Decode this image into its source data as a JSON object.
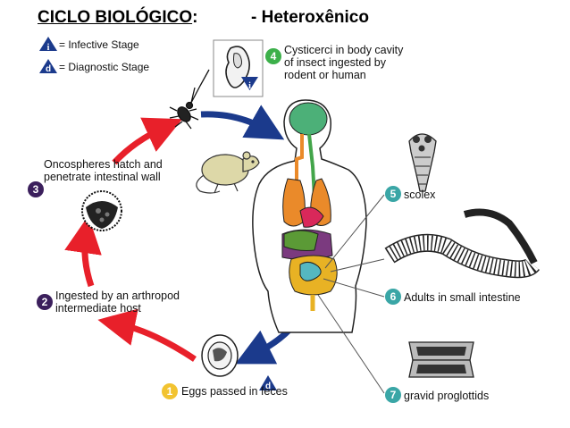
{
  "header": {
    "title_main": "CICLO BIOLÓGICO",
    "title_colon": ":",
    "title_sub": "- Heteroxênico"
  },
  "legend": {
    "infective_letter": "i",
    "infective_label": "= Infective Stage",
    "diagnostic_letter": "d",
    "diagnostic_label": "= Diagnostic Stage"
  },
  "stages": [
    {
      "number": "1",
      "line1": "Eggs passed in feces",
      "line2": "",
      "line3": "",
      "color": "#f2c330"
    },
    {
      "number": "2",
      "line1": "Ingested by an arthropod",
      "line2": "intermediate host",
      "line3": "",
      "color": "#3b1f5c"
    },
    {
      "number": "3",
      "line1": "Oncospheres hatch and",
      "line2": "penetrate intestinal wall",
      "line3": "",
      "color": "#3b1f5c"
    },
    {
      "number": "4",
      "line1": "Cysticerci in body cavity",
      "line2": "of insect ingested by",
      "line3": "rodent or human",
      "color": "#3cb04a"
    },
    {
      "number": "5",
      "line1": "scolex",
      "line2": "",
      "line3": "",
      "color": "#3aa6a6"
    },
    {
      "number": "6",
      "line1": "Adults in small intestine",
      "line2": "",
      "line3": "",
      "color": "#3aa6a6"
    },
    {
      "number": "7",
      "line1": "gravid proglottids",
      "line2": "",
      "line3": "",
      "color": "#3aa6a6"
    }
  ],
  "markers": {
    "cysticercus_letter": "i",
    "egg_letter": "d"
  },
  "colors": {
    "arrow_red": "#e8202a",
    "arrow_blue": "#1b3a8c",
    "legend_blue": "#1b3a8c"
  },
  "icons": [
    "beetle-icon",
    "rat-icon",
    "human-body-icon",
    "egg-icon",
    "oncosphere-icon",
    "cysticercus-icon",
    "scolex-icon",
    "adult-worm-icon",
    "proglottid-icon"
  ]
}
